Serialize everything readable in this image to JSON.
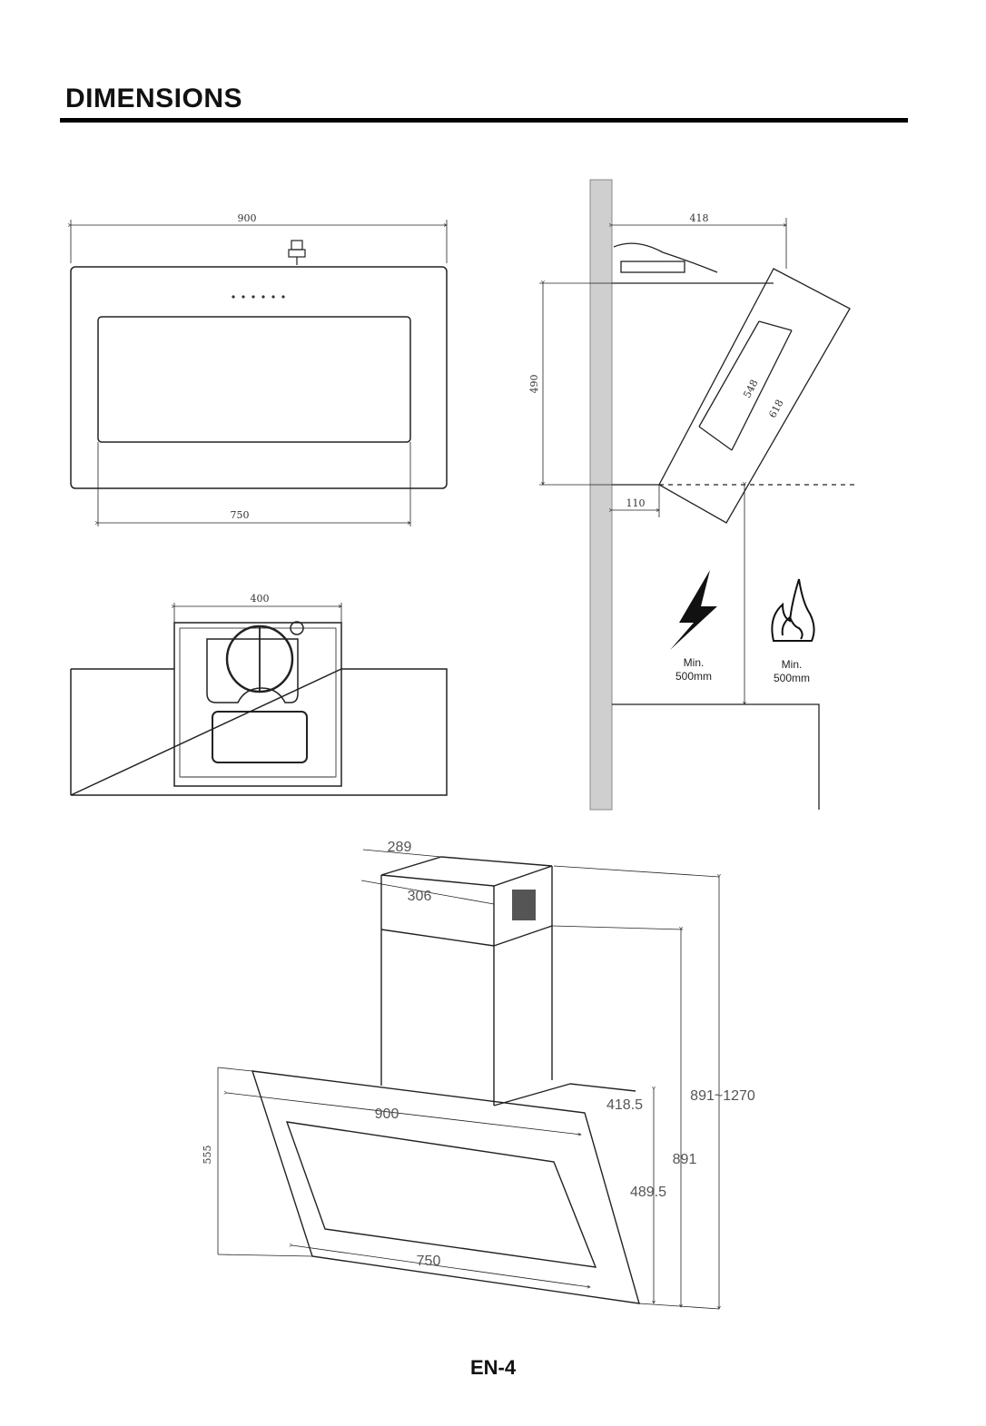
{
  "header": {
    "title": "DIMENSIONS"
  },
  "front_view": {
    "width_total": "900",
    "width_panel": "750"
  },
  "top_view": {
    "depth": "400"
  },
  "side_view": {
    "depth_top": "418",
    "height": "490",
    "glass_inner": "548",
    "glass_outer": "618",
    "offset_bottom": "110",
    "warning_electric": {
      "line1": "Min.",
      "line2": "500mm",
      "icon": "lightning-icon"
    },
    "warning_gas": {
      "line1": "Min.",
      "line2": "500mm",
      "icon": "flame-icon"
    }
  },
  "iso_view": {
    "chimney_depth": "289",
    "chimney_width": "306",
    "hood_width": "900",
    "panel_width": "750",
    "hood_depth": "418.5",
    "height_range": "891~1270",
    "height_min": "891",
    "height_hood": "489.5",
    "side_height": "555"
  },
  "footer": {
    "page": "EN-4"
  }
}
